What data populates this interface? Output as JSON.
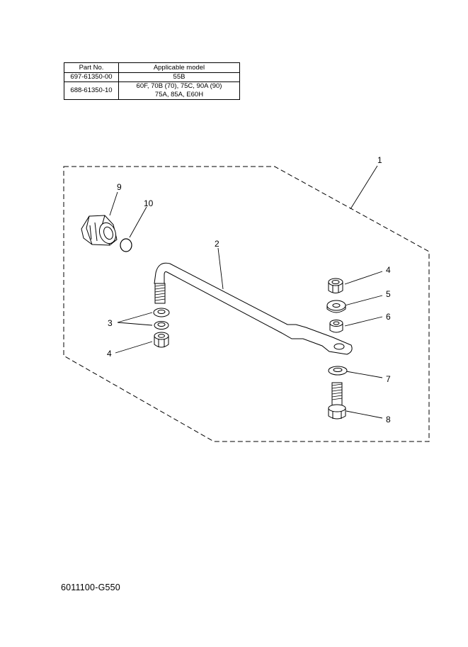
{
  "table": {
    "headers": [
      "Part No.",
      "Applicable model"
    ],
    "rows": [
      {
        "part_no": "697-61350-00",
        "models": [
          "55B"
        ]
      },
      {
        "part_no": "688-61350-10",
        "models": [
          "60F, 70B (70), 75C, 90A (90)",
          "75A, 85A, E60H"
        ]
      }
    ]
  },
  "callouts": {
    "c1": "1",
    "c2": "2",
    "c3": "3",
    "c4a": "4",
    "c4b": "4",
    "c5": "5",
    "c6": "6",
    "c7": "7",
    "c8": "8",
    "c9": "9",
    "c10": "10"
  },
  "footer": {
    "code": "6011100-G550"
  }
}
